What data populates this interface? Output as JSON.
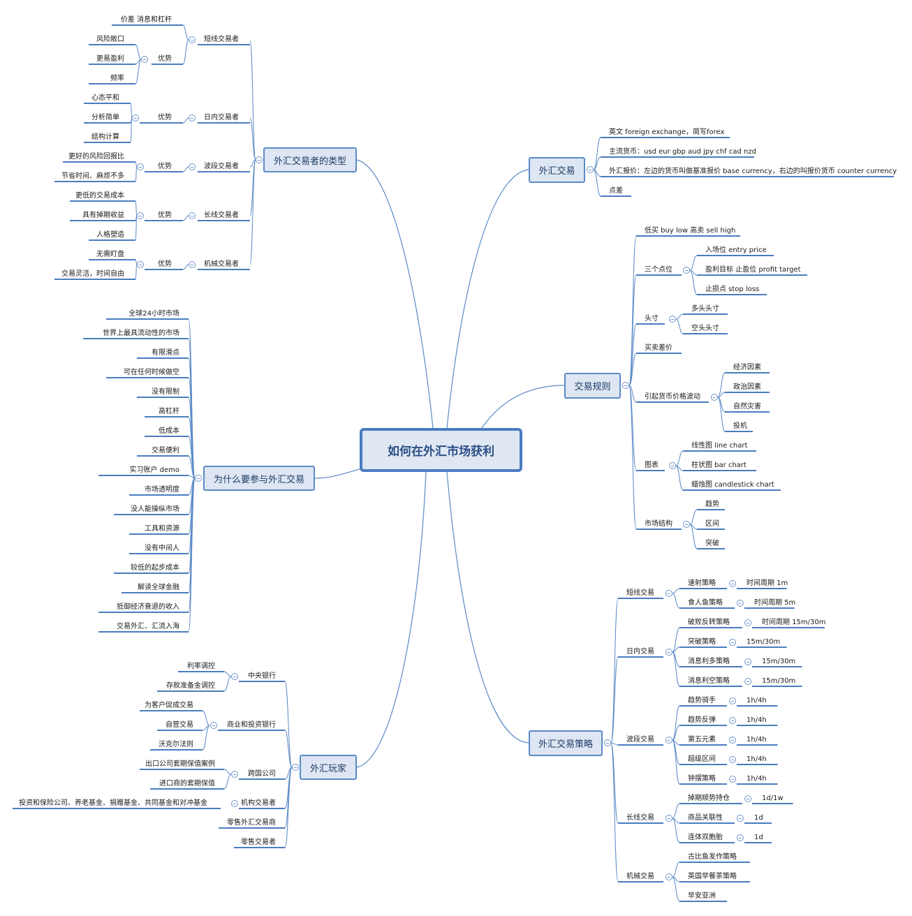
{
  "root": "如何在外汇市场获利",
  "branches": {
    "types": {
      "title": "外汇交易者的类型",
      "short": {
        "label": "短线交易者",
        "item1": "价差 消息和杠杆",
        "adv": "优势",
        "adv_items": [
          "风险敞口",
          "更易盈利",
          "频率"
        ]
      },
      "intraday": {
        "label": "日内交易者",
        "adv": "优势",
        "adv_items": [
          "心态平和",
          "分析简单",
          "结构计算"
        ]
      },
      "swing": {
        "label": "波段交易者",
        "adv": "优势",
        "adv_items": [
          "更好的风险回报比",
          "节省时间、麻烦不多"
        ]
      },
      "long": {
        "label": "长线交易者",
        "adv": "优势",
        "adv_items": [
          "更低的交易成本",
          "具有掉期收益",
          "人格塑造"
        ]
      },
      "mech": {
        "label": "机械交易者",
        "adv": "优势",
        "adv_items": [
          "无需盯盘",
          "交易灵活，时间自由"
        ]
      }
    },
    "why": {
      "title": "为什么要参与外汇交易",
      "items": [
        "全球24小时市场",
        "世界上最具流动性的市场",
        "有限滑点",
        "可在任何时候做空",
        "没有限制",
        "高杠杆",
        "低成本",
        "交易便利",
        "实习账户 demo",
        "市场透明度",
        "没人能操纵市场",
        "工具和资源",
        "没有中间人",
        "较低的起步成本",
        "解读全球金融",
        "抵御经济衰退的收入",
        "交易外汇、汇流入海"
      ]
    },
    "players": {
      "title": "外汇玩家",
      "central": {
        "label": "中央银行",
        "items": [
          "利率调控",
          "存款准备金调控"
        ]
      },
      "banks": {
        "label": "商业和投资银行",
        "items": [
          "为客户促成交易",
          "自营交易",
          "沃克尔法则"
        ]
      },
      "multi": {
        "label": "跨国公司",
        "items": [
          "出口公司套期保值案例",
          "进口商的套期保值"
        ]
      },
      "inst": {
        "label": "机构交易者",
        "items": [
          "投资和保险公司、养老基金、捐赠基金、共同基金和对冲基金"
        ]
      },
      "retail_fx": "零售外汇交易商",
      "retail": "零售交易者"
    },
    "fx": {
      "title": "外汇交易",
      "items": [
        "英文 foreign exchange，简写forex",
        "主流货币：usd eur gbp aud jpy chf cad nzd",
        "外汇报价：左边的货币叫做基准报价 base currency，右边的叫报价货币 counter currency",
        "点差"
      ]
    },
    "rules": {
      "title": "交易规则",
      "buy_low": "低买 buy low 高卖 sell high",
      "points": {
        "label": "三个点位",
        "items": [
          "入场位 entry price",
          "盈利目标 止盈位 profit target",
          "止损点 stop loss"
        ]
      },
      "position": {
        "label": "头寸",
        "items": [
          "多头头寸",
          "空头头寸"
        ]
      },
      "spread": "买卖差价",
      "causes": {
        "label": "引起货币价格波动",
        "items": [
          "经济因素",
          "政治因素",
          "自然灾害",
          "投机"
        ]
      },
      "charts": {
        "label": "图表",
        "items": [
          "线性图 line chart",
          "柱状图 bar chart",
          "蜡烛图 candlestick chart"
        ]
      },
      "structure": {
        "label": "市场结构",
        "items": [
          "趋势",
          "区间",
          "突破"
        ]
      }
    },
    "strategy": {
      "title": "外汇交易策略",
      "groups": [
        {
          "label": "短线交易",
          "items": [
            [
              "速射策略",
              "时间周期 1m"
            ],
            [
              "食人鱼策略",
              "时间周期 5m"
            ]
          ]
        },
        {
          "label": "日内交易",
          "items": [
            [
              "破败反转策略",
              "时间周期 15m/30m"
            ],
            [
              "突破策略",
              "15m/30m"
            ],
            [
              "消息利多策略",
              "15m/30m"
            ],
            [
              "消息利空策略",
              "15m/30m"
            ]
          ]
        },
        {
          "label": "波段交易",
          "items": [
            [
              "趋势骑手",
              "1h/4h"
            ],
            [
              "趋势反弹",
              "1h/4h"
            ],
            [
              "第五元素",
              "1h/4h"
            ],
            [
              "超级区间",
              "1h/4h"
            ],
            [
              "钟摆策略",
              "1h/4h"
            ]
          ]
        },
        {
          "label": "长线交易",
          "items": [
            [
              "掉期顺势持仓",
              "1d/1w"
            ],
            [
              "商品关联性",
              "1d"
            ],
            [
              "连体双胞胎",
              "1d"
            ]
          ]
        },
        {
          "label": "机械交易",
          "items": [
            [
              "古比鱼发作策略",
              ""
            ],
            [
              "英国早餐茶策略",
              ""
            ],
            [
              "早安亚洲",
              ""
            ]
          ]
        }
      ]
    }
  },
  "colors": {
    "line": "#5b8ac7",
    "underline": "#4a7cc0",
    "box_fill": "#dde6f2"
  }
}
